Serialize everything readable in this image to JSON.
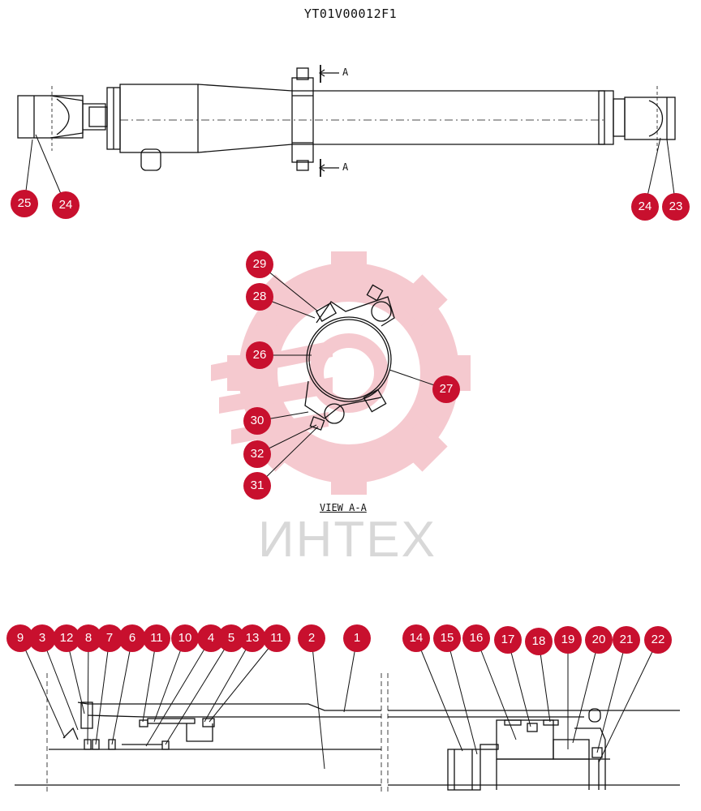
{
  "title": "YT01V00012F1",
  "view_label": "VIEW  A-A",
  "section_label_top": "A",
  "section_label_bottom": "A",
  "watermark": {
    "text": "ИНТЕХ",
    "color": "#f2b8bf"
  },
  "callout_color": "#c8102e",
  "callouts": [
    "25",
    "24",
    "24",
    "23",
    "29",
    "28",
    "26",
    "27",
    "30",
    "32",
    "31",
    "9",
    "3",
    "12",
    "8",
    "7",
    "6",
    "11",
    "10",
    "4",
    "5",
    "13",
    "11",
    "2",
    "1",
    "14",
    "15",
    "16",
    "17",
    "18",
    "19",
    "20",
    "21",
    "22"
  ]
}
